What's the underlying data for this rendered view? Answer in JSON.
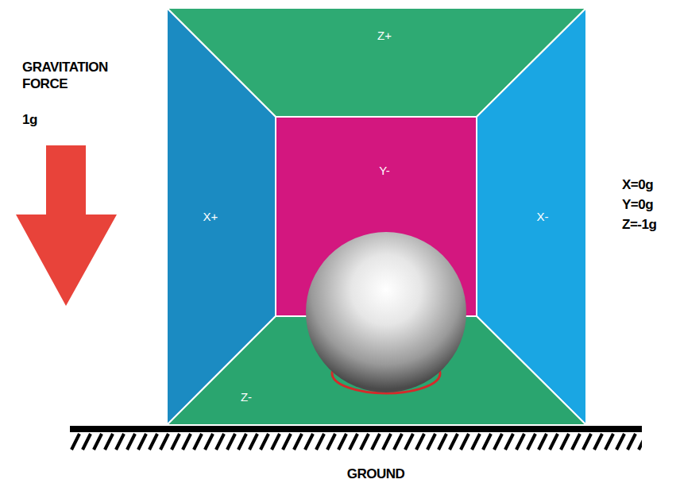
{
  "diagram": {
    "nodes": [
      {
        "text": [
          "Z+"
        ]
      },
      {
        "text": [
          "X+"
        ]
      },
      {
        "text": [
          "Y-"
        ]
      },
      {
        "text": [
          "X-"
        ]
      },
      {
        "text": [
          "Z-"
        ]
      }
    ],
    "labels": [
      "GRAVITATION FORCE",
      "1g",
      "X=0g",
      "Y=0g",
      "Z=-1g",
      "GROUND"
    ]
  }
}
